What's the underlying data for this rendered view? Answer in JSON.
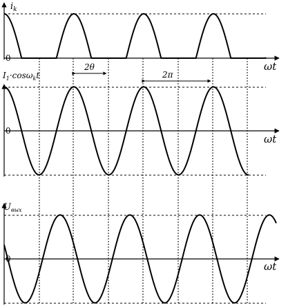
{
  "panels": [
    {
      "id": "top",
      "y_label": "i",
      "y_label_sub": "k",
      "zero_label": "0",
      "x_label": "ωt"
    },
    {
      "id": "middle",
      "y_label": "I",
      "y_label_sub": "1",
      "y_label_mid": "·cosω",
      "y_label_sub2": "k",
      "y_label_tail": "t",
      "zero_label": "0",
      "x_label": "ωt"
    },
    {
      "id": "bottom",
      "y_label": "U",
      "y_label_sub": "вых",
      "zero_label": "0",
      "x_label": "ωt"
    }
  ],
  "annotations": {
    "pulse_width": "2θ",
    "period": "2π"
  },
  "colors": {
    "ink": "#000000"
  }
}
